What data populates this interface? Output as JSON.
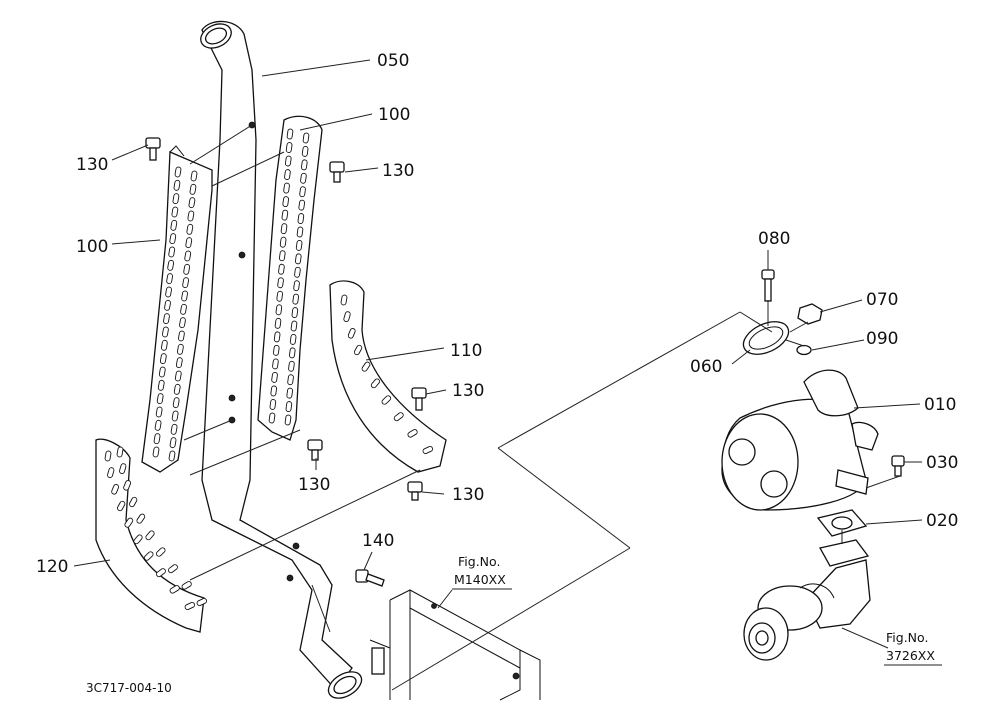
{
  "diagram": {
    "part_labels": {
      "p050": "050",
      "p100a": "100",
      "p100b": "100",
      "p130a": "130",
      "p130b": "130",
      "p130c": "130",
      "p130d": "130",
      "p130e": "130",
      "p110": "110",
      "p120": "120",
      "p140": "140",
      "p080": "080",
      "p070": "070",
      "p090": "090",
      "p060": "060",
      "p010": "010",
      "p030": "030",
      "p020": "020"
    },
    "fig_refs": {
      "fig1_caption": "Fig.No.",
      "fig1_number": "M140XX",
      "fig2_caption": "Fig.No.",
      "fig2_number": "3726XX"
    },
    "drawing_code": "3C717-004-10"
  }
}
